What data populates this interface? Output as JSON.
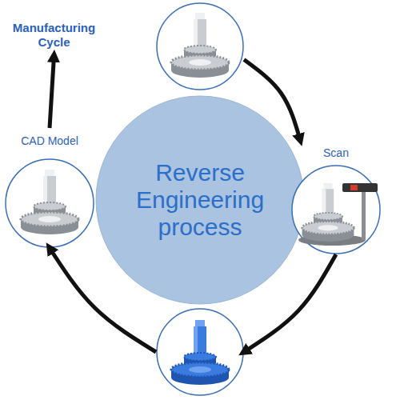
{
  "diagram": {
    "nodes": [
      {
        "text": [
          "Reverse Engineering process"
        ]
      },
      {
        "text": []
      },
      {
        "text": [
          "Scan"
        ]
      },
      {
        "text": []
      },
      {
        "text": [
          "CAD Model"
        ]
      },
      {
        "text": [
          "Manufacturing Cycle"
        ]
      }
    ],
    "edges": [
      {
        "from": 1,
        "to": 2,
        "arrow": "to"
      },
      {
        "from": 2,
        "to": 3,
        "arrow": "to"
      },
      {
        "from": 3,
        "to": 4,
        "arrow": "to"
      },
      {
        "from": 4,
        "to": 5,
        "arrow": "to"
      }
    ]
  }
}
